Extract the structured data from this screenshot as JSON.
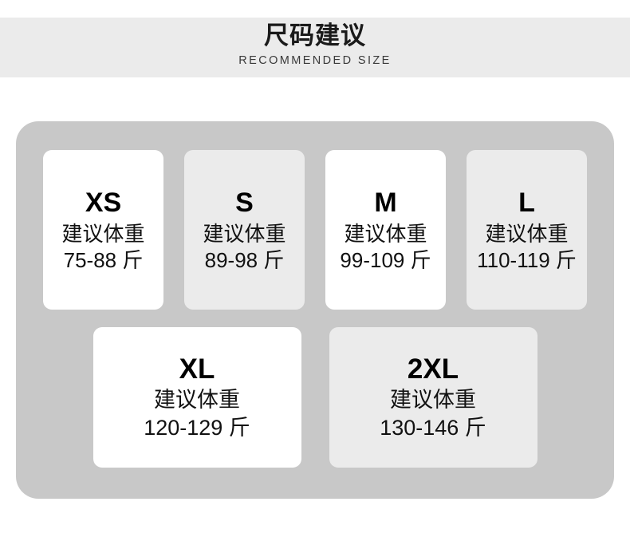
{
  "header": {
    "title": "尺码建议",
    "subtitle": "RECOMMENDED SIZE"
  },
  "colors": {
    "page_background": "#ffffff",
    "header_band": "#ebebeb",
    "panel": "#c8c8c8",
    "card_white": "#ffffff",
    "card_gray": "#ebebeb",
    "text": "#111111"
  },
  "size_table": {
    "rows": [
      {
        "cards": [
          {
            "size": "XS",
            "caption": "建议体重",
            "range": "75-88 斤",
            "tone": "white"
          },
          {
            "size": "S",
            "caption": "建议体重",
            "range": "89-98 斤",
            "tone": "gray"
          },
          {
            "size": "M",
            "caption": "建议体重",
            "range": "99-109 斤",
            "tone": "white"
          },
          {
            "size": "L",
            "caption": "建议体重",
            "range": "110-119 斤",
            "tone": "gray"
          }
        ]
      },
      {
        "cards": [
          {
            "size": "XL",
            "caption": "建议体重",
            "range": "120-129 斤",
            "tone": "white"
          },
          {
            "size": "2XL",
            "caption": "建议体重",
            "range": "130-146 斤",
            "tone": "gray"
          }
        ]
      }
    ]
  }
}
